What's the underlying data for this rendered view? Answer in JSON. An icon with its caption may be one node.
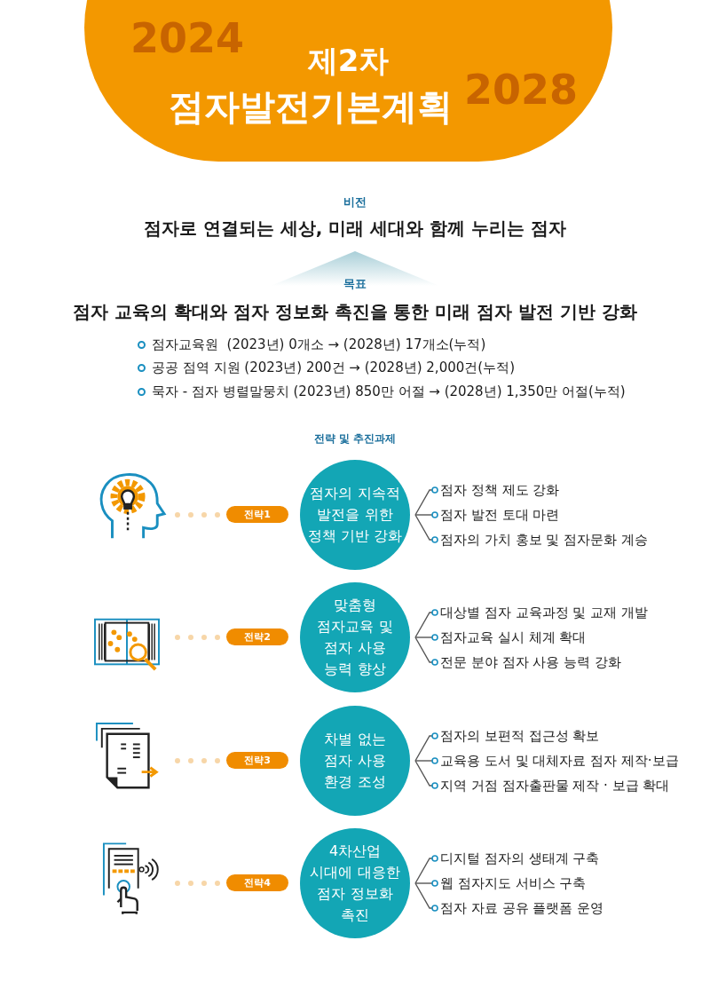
{
  "diagram": {
    "title": "점자발전기본계획",
    "labels": [
      "2024",
      "제2차",
      "2028",
      "비전",
      "점자로 연결되는 세상, 미래 세대와 함께 누리는 점자",
      "목표",
      "점자 교육의 확대와 점자 정보화 촉진을 통한 미래 점자 발전 기반 강화",
      "점자교육원  (2023년) 0개소 → (2028년) 17개소(누적)",
      "공공 점역 지원 (2023년) 200건 → (2028년) 2,000건(누적)",
      "묵자 - 점자 병렬말뭉치 (2023년) 850만 어절 → (2028년) 1,350만 어절(누적)",
      "전략 및 추진과제"
    ],
    "nodes": [
      {
        "text": [],
        "shape": "picture"
      },
      {
        "text": [
          "전략1"
        ]
      },
      {
        "text": [
          "점자의 지속적 발전을 위한 정책 기반 강화"
        ]
      },
      {
        "text": [
          "점자 정책 제도 강화"
        ]
      },
      {
        "text": [
          "점자 발전 토대 마련"
        ]
      },
      {
        "text": [
          "점자의 가치 홍보 및 점자문화 계승"
        ]
      },
      {
        "text": [],
        "shape": "picture"
      },
      {
        "text": [
          "전략2"
        ]
      },
      {
        "text": [
          "맞춤형 점자교육 및 점자 사용 능력 향상"
        ]
      },
      {
        "text": [
          "대상별 점자 교육과정 및 교재 개발"
        ]
      },
      {
        "text": [
          "점자교육 실시 체계 확대"
        ]
      },
      {
        "text": [
          "전문 분야 점자 사용 능력 강화"
        ]
      },
      {
        "text": [],
        "shape": "picture"
      },
      {
        "text": [
          "전략3"
        ]
      },
      {
        "text": [
          "차별 없는 점자 사용 환경 조성"
        ]
      },
      {
        "text": [
          "점자의 보편적 접근성 확보"
        ]
      },
      {
        "text": [
          "교육용 도서 및 대체자료 점자 제작·보급"
        ]
      },
      {
        "text": [
          "지역 거점 점자출판물 제작 · 보급 확대"
        ]
      },
      {
        "text": [],
        "shape": "picture"
      },
      {
        "text": [
          "전략4"
        ]
      },
      {
        "text": [
          "4차산업 시대에 대응한 점자 정보화 촉진"
        ]
      },
      {
        "text": [
          "디지털 점자의 생태계 구축"
        ]
      },
      {
        "text": [
          "웹 점자지도 서비스 구축"
        ]
      },
      {
        "text": [
          "점자 자료 공유 플랫폼 운영"
        ]
      }
    ],
    "edges": [
      {
        "from": 0,
        "to": 1,
        "arrow": "none",
        "style": "dashed",
        "color": "#f7d6a8"
      },
      {
        "from": 2,
        "to": 3,
        "arrow": "other"
      },
      {
        "from": 2,
        "to": 4,
        "arrow": "other"
      },
      {
        "from": 2,
        "to": 5,
        "arrow": "other"
      },
      {
        "from": 6,
        "to": 7,
        "arrow": "none",
        "style": "dashed",
        "color": "#f7d6a8"
      },
      {
        "from": 8,
        "to": 9,
        "arrow": "other"
      },
      {
        "from": 8,
        "to": 10,
        "arrow": "other"
      },
      {
        "from": 8,
        "to": 11,
        "arrow": "other"
      },
      {
        "from": 12,
        "to": 13,
        "arrow": "none",
        "style": "dashed",
        "color": "#f7d6a8"
      },
      {
        "from": 14,
        "to": 15,
        "arrow": "other"
      },
      {
        "from": 14,
        "to": 16,
        "arrow": "other"
      },
      {
        "from": 14,
        "to": 17,
        "arrow": "other"
      },
      {
        "from": 18,
        "to": 19,
        "arrow": "none",
        "style": "dashed",
        "color": "#f7d6a8"
      },
      {
        "from": 20,
        "to": 21,
        "arrow": "other"
      },
      {
        "from": 20,
        "to": 22,
        "arrow": "other"
      },
      {
        "from": 20,
        "to": 23,
        "arrow": "other"
      }
    ]
  }
}
